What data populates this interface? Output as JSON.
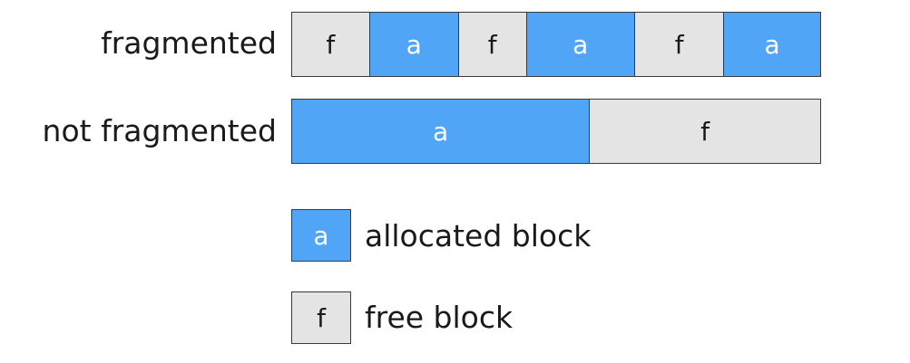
{
  "colors": {
    "allocated": "#50a5f7",
    "free": "#e4e4e4",
    "border": "#3a3a3a"
  },
  "rows": [
    {
      "label": "fragmented",
      "blocks": [
        {
          "text": "f",
          "kind": "free",
          "units": 1
        },
        {
          "text": "a",
          "kind": "allocated",
          "units": 1.15
        },
        {
          "text": "f",
          "kind": "free",
          "units": 0.87
        },
        {
          "text": "a",
          "kind": "allocated",
          "units": 1.4
        },
        {
          "text": "f",
          "kind": "free",
          "units": 1.15
        },
        {
          "text": "a",
          "kind": "allocated",
          "units": 1.25
        }
      ]
    },
    {
      "label": "not fragmented",
      "blocks": [
        {
          "text": "a",
          "kind": "allocated",
          "units": 1.29
        },
        {
          "text": "f",
          "kind": "free",
          "units": 1
        }
      ]
    }
  ],
  "legend": [
    {
      "swatch": "a",
      "kind": "allocated",
      "label": "allocated block"
    },
    {
      "swatch": "f",
      "kind": "free",
      "label": "free block"
    }
  ]
}
